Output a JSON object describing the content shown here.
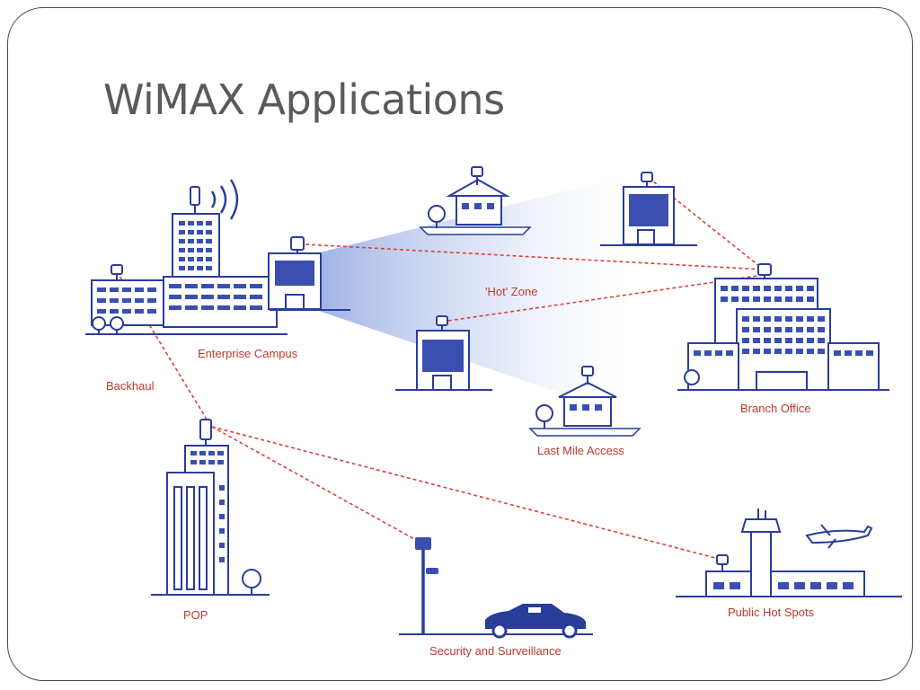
{
  "slide": {
    "title": "WiMAX Applications"
  },
  "labels": {
    "enterprise_campus": "Enterprise Campus",
    "hot_zone": "'Hot' Zone",
    "backhaul": "Backhaul",
    "branch_office": "Branch Office",
    "last_mile_access": "Last Mile Access",
    "pop": "POP",
    "security_surveillance": "Security and Surveillance",
    "public_hot_spots": "Public Hot Spots"
  },
  "colors": {
    "building_stroke": "#2a3d9a",
    "link_line": "#d9433a",
    "label_text": "#c0392b",
    "coverage_beam": "#9fb3e6",
    "title_text": "#5a5a5a"
  },
  "icons": [
    "wireless-signal-icon",
    "antenna-icon",
    "tree-icon",
    "police-car-icon",
    "airplane-icon",
    "surveillance-camera-icon"
  ]
}
